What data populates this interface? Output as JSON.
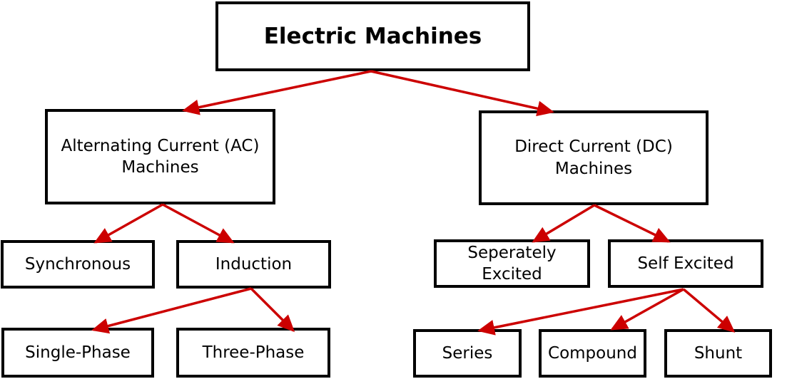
{
  "diagram": {
    "title": "Electric Machines",
    "type": "classification-tree",
    "nodes": {
      "root": {
        "label": "Electric Machines"
      },
      "ac": {
        "label": "Alternating Current (AC)\nMachines"
      },
      "dc": {
        "label": "Direct Current (DC)\nMachines"
      },
      "synchronous": {
        "label": "Synchronous"
      },
      "induction": {
        "label": "Induction"
      },
      "separately_excited": {
        "label": "Seperately\nExcited"
      },
      "self_excited": {
        "label": "Self Excited"
      },
      "single_phase": {
        "label": "Single-Phase"
      },
      "three_phase": {
        "label": "Three-Phase"
      },
      "series": {
        "label": "Series"
      },
      "compound": {
        "label": "Compound"
      },
      "shunt": {
        "label": "Shunt"
      }
    },
    "edges": [
      {
        "from": "root",
        "to": "ac"
      },
      {
        "from": "root",
        "to": "dc"
      },
      {
        "from": "ac",
        "to": "synchronous"
      },
      {
        "from": "ac",
        "to": "induction"
      },
      {
        "from": "induction",
        "to": "single_phase"
      },
      {
        "from": "induction",
        "to": "three_phase"
      },
      {
        "from": "dc",
        "to": "separately_excited"
      },
      {
        "from": "dc",
        "to": "self_excited"
      },
      {
        "from": "self_excited",
        "to": "series"
      },
      {
        "from": "self_excited",
        "to": "compound"
      },
      {
        "from": "self_excited",
        "to": "shunt"
      }
    ],
    "colors": {
      "arrow": "#cc0000",
      "box_border": "#000000",
      "box_fill": "#ffffff",
      "text": "#000000",
      "background": "#ffffff"
    }
  }
}
